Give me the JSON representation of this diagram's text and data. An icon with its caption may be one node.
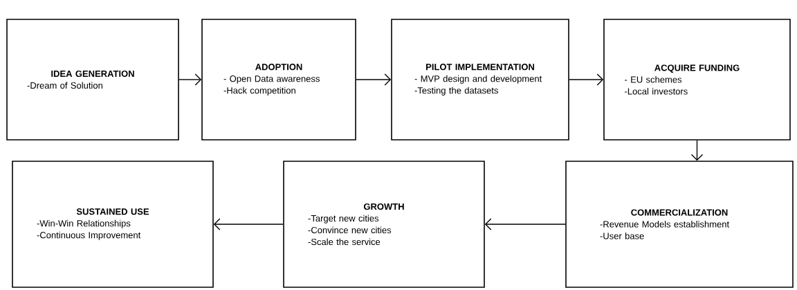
{
  "diagram": {
    "nodes": [
      {
        "text": [
          "IDEA GENERATION",
          "-Dream of Solution"
        ]
      },
      {
        "text": [
          "ADOPTION",
          "- Open Data awareness",
          "-Hack competition"
        ]
      },
      {
        "text": [
          "PILOT IMPLEMENTATION",
          "- MVP design and development",
          "-Testing the datasets"
        ]
      },
      {
        "text": [
          "ACQUIRE FUNDING",
          "- EU schemes",
          "-Local investors"
        ]
      },
      {
        "text": [
          "COMMERCIALIZATION",
          "-Revenue Models establishment",
          "-User base"
        ]
      },
      {
        "text": [
          "GROWTH",
          "-Target new cities",
          "-Convince new cities",
          "-Scale the service"
        ]
      },
      {
        "text": [
          "SUSTAINED USE",
          "-Win-Win Relationships",
          "-Continuous Improvement"
        ]
      }
    ],
    "edges": [
      {
        "from": 0,
        "to": 1,
        "arrow": "to"
      },
      {
        "from": 1,
        "to": 2,
        "arrow": "to"
      },
      {
        "from": 2,
        "to": 3,
        "arrow": "to"
      },
      {
        "from": 3,
        "to": 4,
        "arrow": "to"
      },
      {
        "from": 4,
        "to": 5,
        "arrow": "to"
      },
      {
        "from": 5,
        "to": 6,
        "arrow": "to"
      }
    ]
  }
}
